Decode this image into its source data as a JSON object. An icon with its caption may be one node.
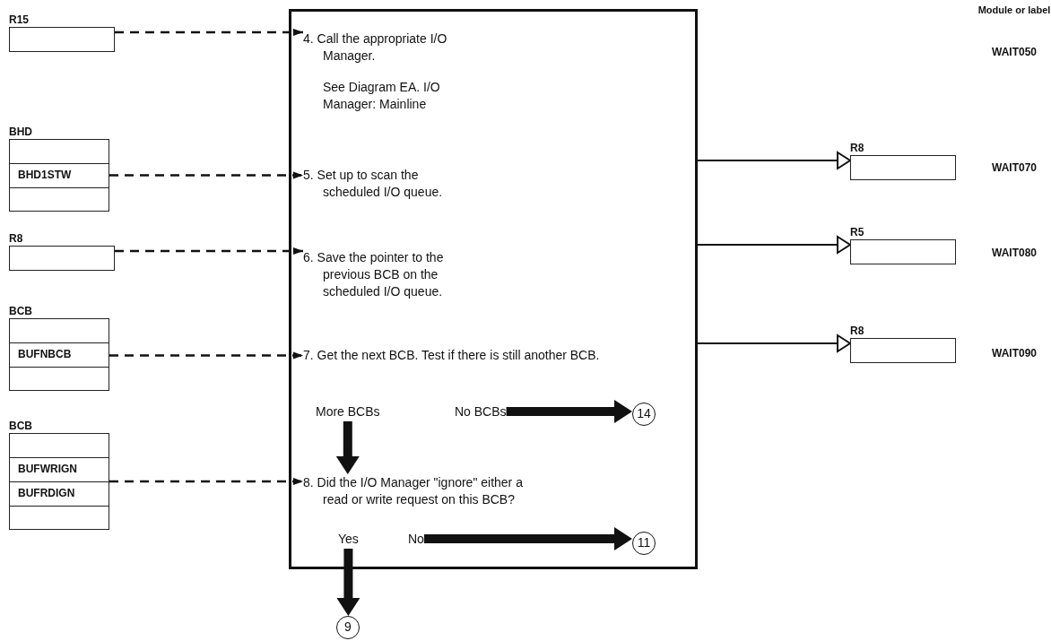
{
  "diagram": {
    "nodes": [
      {
        "text": [
          "R15"
        ]
      },
      {
        "text": [
          "BHD"
        ]
      },
      {
        "text": [
          "BHD1STW"
        ],
        "in": 1
      },
      {
        "text": [
          "R8"
        ]
      },
      {
        "text": [
          "BCB"
        ]
      },
      {
        "text": [
          "BUFNBCB"
        ],
        "in": 4
      },
      {
        "text": [
          "BCB"
        ]
      },
      {
        "text": [
          "BUFWRIGN"
        ],
        "in": 6
      },
      {
        "text": [
          "BUFRDIGN"
        ],
        "in": 6
      },
      {
        "text": [],
        "shape": "box"
      },
      {
        "text": [
          "4. Call the appropriate I/O Manager.",
          "See Diagram EA. I/O Manager: Mainline"
        ],
        "in": 9
      },
      {
        "text": [
          "5. Set up to scan the scheduled I/O queue."
        ],
        "in": 9
      },
      {
        "text": [
          "6. Save the pointer to the previous BCB on the scheduled I/O queue."
        ],
        "in": 9
      },
      {
        "text": [
          "7. Get the next BCB. Test if there is still another BCB."
        ],
        "in": 9
      },
      {
        "text": [
          "More BCBs"
        ],
        "in": 9
      },
      {
        "text": [
          "No BCBs"
        ],
        "in": 9
      },
      {
        "text": [
          "8. Did the I/O Manager \"ignore\" either a read or write request on this BCB?"
        ],
        "in": 9
      },
      {
        "text": [
          "Yes"
        ],
        "in": 9
      },
      {
        "text": [
          "No"
        ],
        "in": 9
      },
      {
        "text": [
          "R8"
        ]
      },
      {
        "text": [
          "R5"
        ]
      },
      {
        "text": [
          "R8"
        ]
      },
      {
        "text": [
          "14"
        ],
        "in": 9
      },
      {
        "text": [
          "11"
        ],
        "in": 9
      },
      {
        "text": [
          "9"
        ]
      }
    ],
    "edges": [
      {
        "from": 0,
        "to": 10,
        "arrow": "to",
        "style": "dashed"
      },
      {
        "from": 2,
        "to": 11,
        "arrow": "to",
        "style": "dashed"
      },
      {
        "from": 3,
        "to": 12,
        "arrow": "to",
        "style": "dashed"
      },
      {
        "from": 5,
        "to": 13,
        "arrow": "to",
        "style": "dashed"
      },
      {
        "from": 7,
        "to": 16,
        "arrow": "to",
        "style": "dashed"
      },
      {
        "from": 8,
        "to": 16,
        "arrow": "to",
        "style": "dashed"
      },
      {
        "from": 9,
        "to": 19,
        "arrow": "to"
      },
      {
        "from": 9,
        "to": 20,
        "arrow": "to"
      },
      {
        "from": 9,
        "to": 21,
        "arrow": "to"
      },
      {
        "from": 14,
        "to": 16,
        "arrow": "to",
        "style": "thick"
      },
      {
        "from": 15,
        "to": 22,
        "arrow": "to",
        "style": "thick"
      },
      {
        "from": 18,
        "to": 23,
        "arrow": "to",
        "style": "thick"
      },
      {
        "from": 17,
        "to": 24,
        "arrow": "to",
        "style": "thick"
      }
    ],
    "labels": [
      "Module or label",
      "WAIT050",
      "WAIT070",
      "WAIT080",
      "WAIT090"
    ]
  }
}
